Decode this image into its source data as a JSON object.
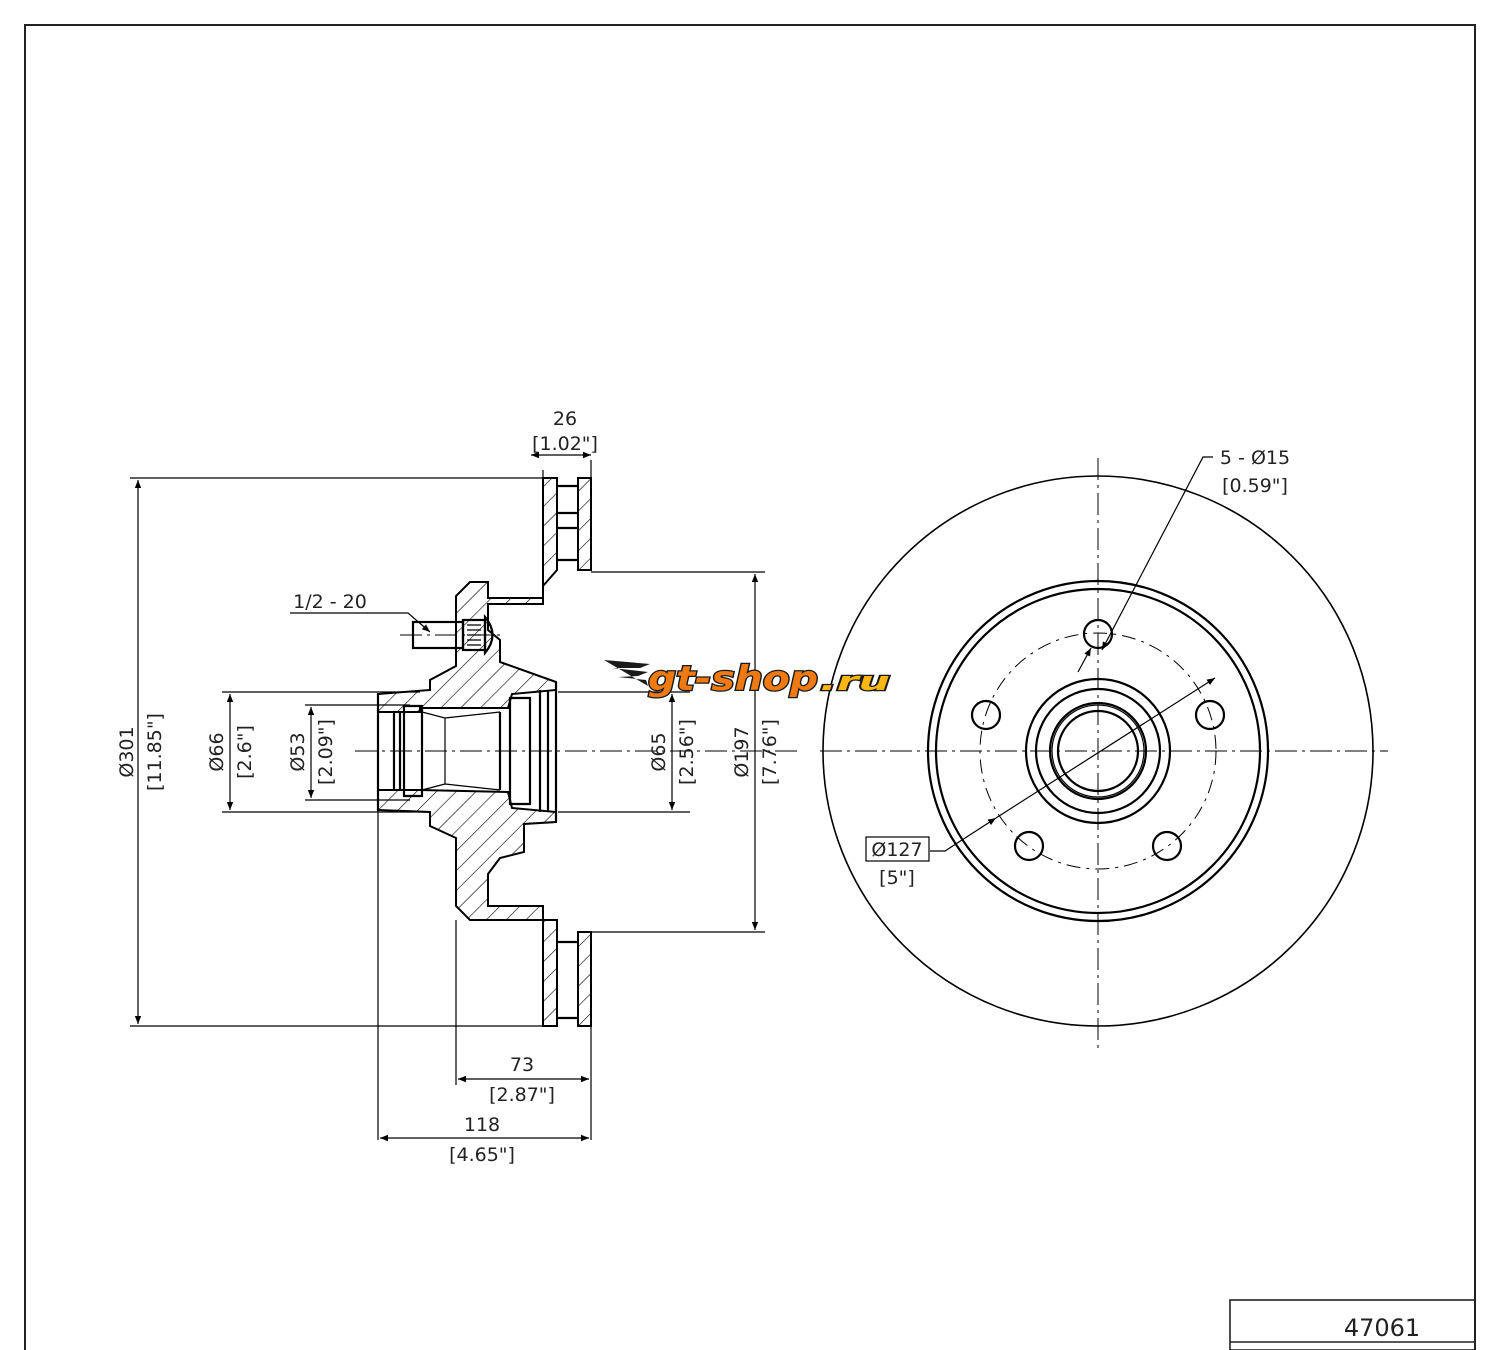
{
  "drawing": {
    "part_number": "47061",
    "watermark": {
      "brand_main": "gt-shop",
      "brand_suffix": ".ru",
      "color_primary": "#f07a12",
      "color_secondary": "#fbb612"
    },
    "side_view": {
      "thickness": {
        "value": "26",
        "inches": "[1.02\"]"
      },
      "stud_thread": {
        "label": "1/2 - 20"
      },
      "outer_diameter": {
        "value": "Ø301",
        "inches": "[11.85\"]"
      },
      "bore_66": {
        "value": "Ø66",
        "inches": "[2.6\"]"
      },
      "bore_53": {
        "value": "Ø53",
        "inches": "[2.09\"]"
      },
      "bore_65": {
        "value": "Ø65",
        "inches": "[2.56\"]"
      },
      "hat_diameter": {
        "value": "Ø197",
        "inches": "[7.76\"]"
      },
      "hat_height": {
        "value": "73",
        "inches": "[2.87\"]"
      },
      "overall_height": {
        "value": "118",
        "inches": "[4.65\"]"
      }
    },
    "front_view": {
      "bolt_holes": {
        "value": "5 - Ø15",
        "inches": "[0.59\"]"
      },
      "bolt_circle": {
        "value": "Ø127",
        "inches": "[5\"]"
      }
    }
  }
}
